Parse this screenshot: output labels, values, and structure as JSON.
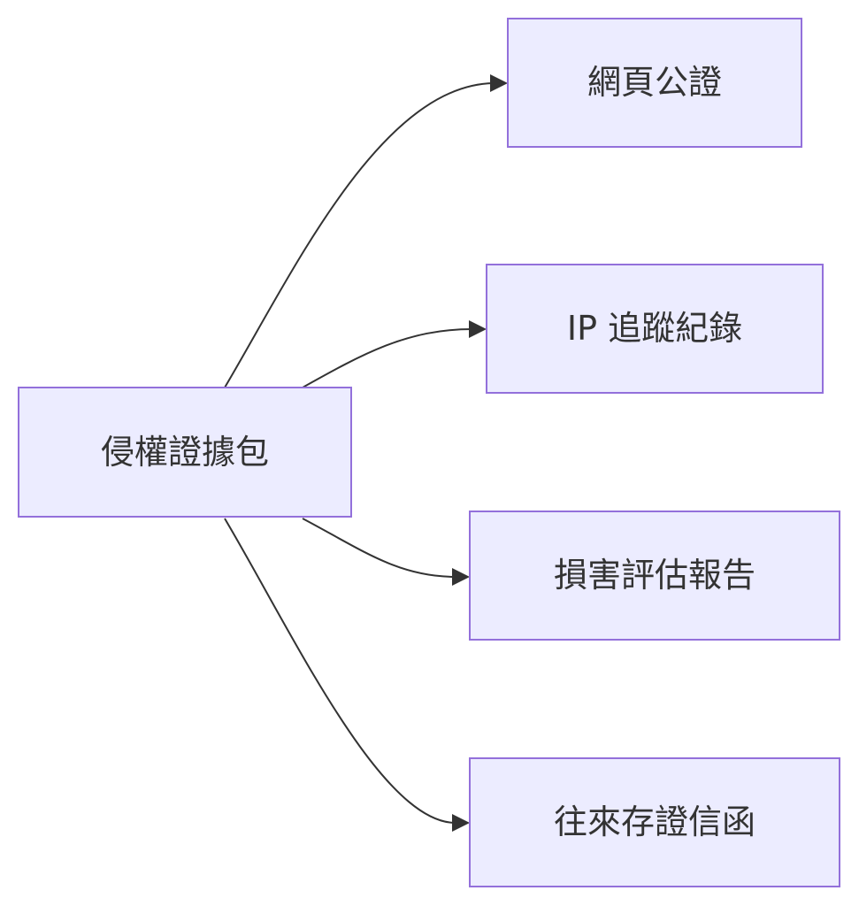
{
  "diagram": {
    "type": "flowchart",
    "direction": "left-to-right",
    "nodes": {
      "root": {
        "label": "侵權證據包"
      },
      "n1": {
        "label": "網頁公證"
      },
      "n2": {
        "label": "IP 追蹤紀錄"
      },
      "n3": {
        "label": "損害評估報告"
      },
      "n4": {
        "label": "往來存證信函"
      }
    },
    "edges": [
      {
        "from": "root",
        "to": "n1"
      },
      {
        "from": "root",
        "to": "n2"
      },
      {
        "from": "root",
        "to": "n3"
      },
      {
        "from": "root",
        "to": "n4"
      }
    ],
    "colors": {
      "node_fill": "#ECECFF",
      "node_stroke": "#9370DB",
      "edge": "#333333",
      "text": "#333333",
      "background": "#FFFFFF"
    }
  }
}
